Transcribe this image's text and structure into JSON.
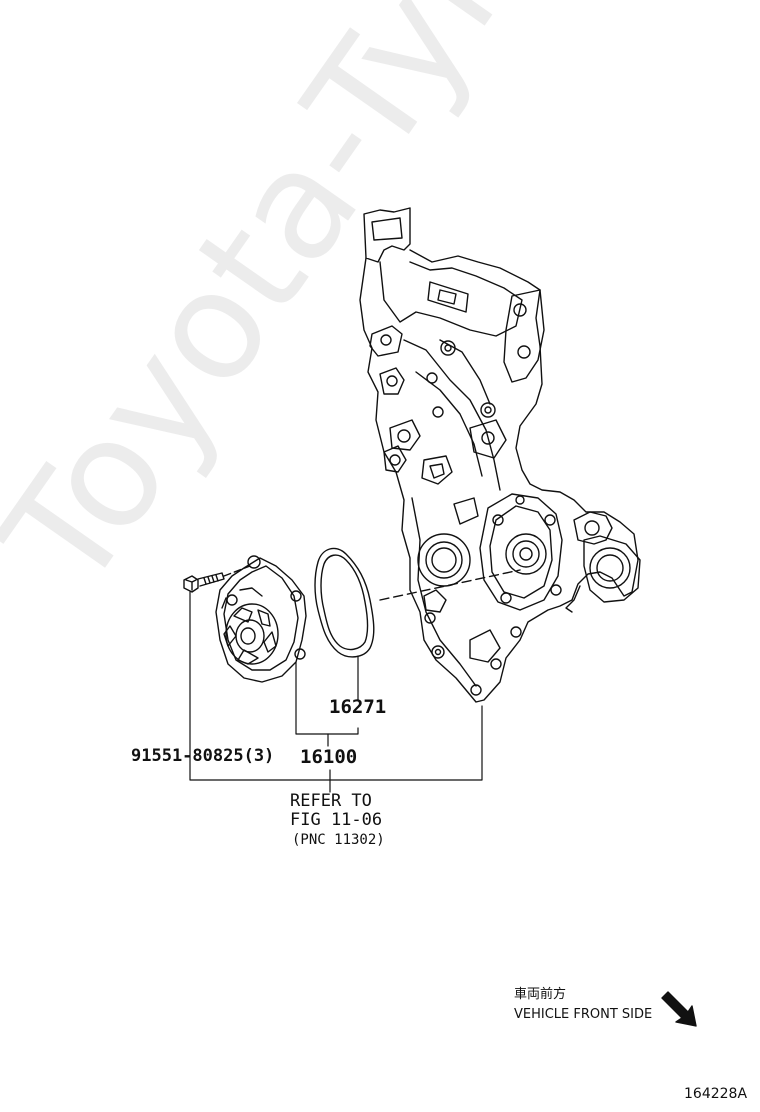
{
  "watermark": "Toyota-Tyme.ru",
  "callouts": {
    "gasket": "16271",
    "water_pump": "16100",
    "bolt": "91551-80825(3)"
  },
  "reference": {
    "line1": "REFER TO",
    "line2": "FIG 11-06",
    "line3": "(PNC 11302)"
  },
  "direction": {
    "label_jp": "車両前方",
    "label_en": "VEHICLE FRONT SIDE"
  },
  "diagram_id": "164228A",
  "colors": {
    "ink": "#111111",
    "background": "#ffffff"
  }
}
